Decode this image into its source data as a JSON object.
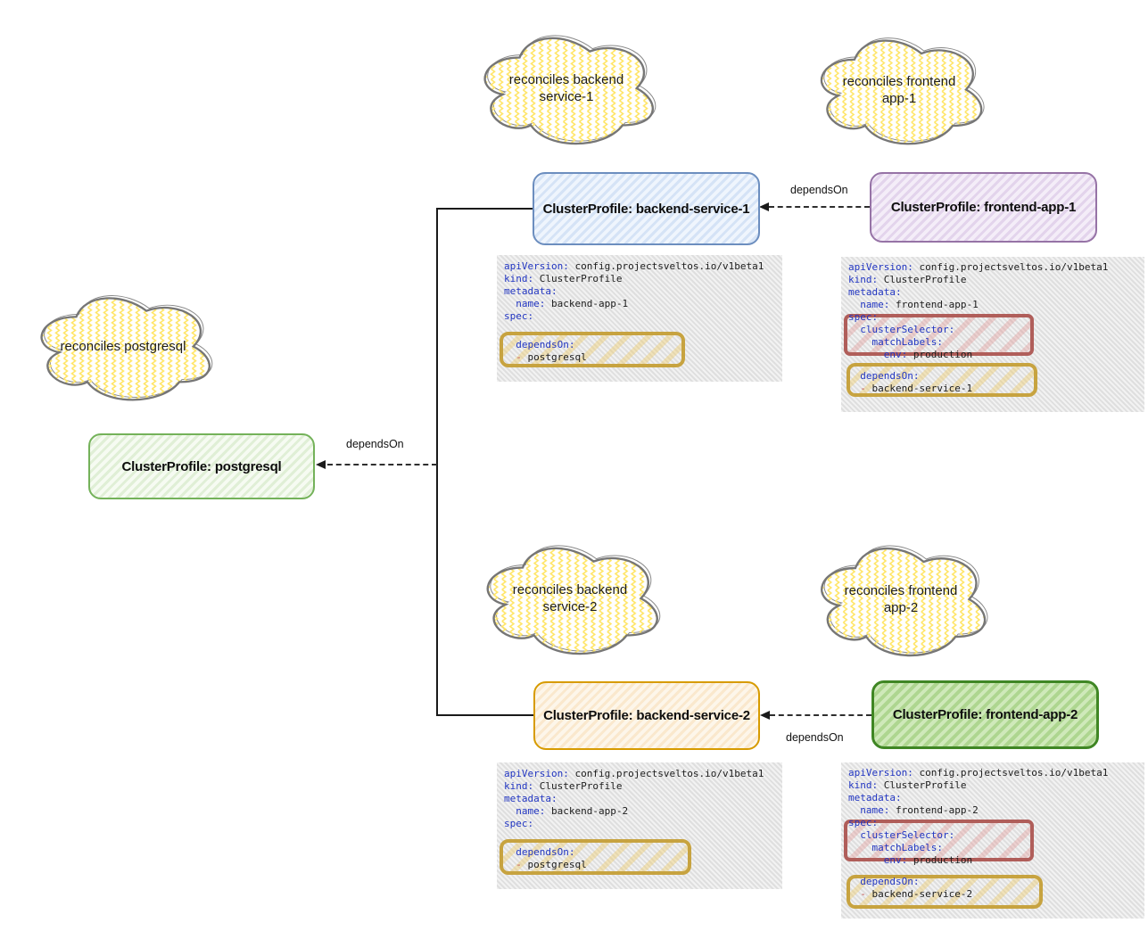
{
  "clouds": [
    {
      "id": "reconciles-backend-service-1",
      "lines": [
        "reconciles backend",
        "service-1"
      ]
    },
    {
      "id": "reconciles-frontend-app-1",
      "lines": [
        "reconciles frontend",
        "app-1"
      ]
    },
    {
      "id": "reconciles-postgresql",
      "lines": [
        "reconciles postgresql",
        ""
      ]
    },
    {
      "id": "reconciles-backend-service-2",
      "lines": [
        "reconciles backend",
        "service-2"
      ]
    },
    {
      "id": "reconciles-frontend-app-2",
      "lines": [
        "reconciles frontend",
        "app-2"
      ]
    }
  ],
  "profiles": [
    {
      "id": "backend-service-1",
      "label": "ClusterProfile: backend-service-1",
      "accent": "#6c8ebf"
    },
    {
      "id": "frontend-app-1",
      "label": "ClusterProfile: frontend-app-1",
      "accent": "#9673a6"
    },
    {
      "id": "postgresql",
      "label": "ClusterProfile: postgresql",
      "accent": "#74b25a"
    },
    {
      "id": "backend-service-2",
      "label": "ClusterProfile: backend-service-2",
      "accent": "#d79b00"
    },
    {
      "id": "frontend-app-2",
      "label": "ClusterProfile: frontend-app-2",
      "accent": "#3f8624"
    }
  ],
  "arrows": [
    {
      "label": "dependsOn",
      "from": "frontend-app-1",
      "to": "backend-service-1"
    },
    {
      "label": "dependsOn",
      "from": "backend-service-1,backend-service-2",
      "to": "postgresql"
    },
    {
      "label": "dependsOn",
      "from": "frontend-app-2",
      "to": "backend-service-2"
    }
  ],
  "yaml_blocks": [
    {
      "id": "backend-app-1-yaml",
      "lines": [
        {
          "key": "apiVersion:",
          "value": " config.projectsveltos.io/v1beta1"
        },
        {
          "key": "kind:",
          "value": " ClusterProfile"
        },
        {
          "key": "metadata:",
          "value": ""
        },
        {
          "pre": "  ",
          "key": "name:",
          "value": " backend-app-1"
        },
        {
          "key": "spec:",
          "value": ""
        },
        {
          "spacer": 18
        },
        {
          "pre": "  ",
          "key": "dependsOn:",
          "value": ""
        },
        {
          "pre": "  ",
          "dash": "- ",
          "value": "postgresql"
        }
      ]
    },
    {
      "id": "frontend-app-1-yaml",
      "lines": [
        {
          "key": "apiVersion:",
          "value": " config.projectsveltos.io/v1beta1"
        },
        {
          "key": "kind:",
          "value": " ClusterProfile"
        },
        {
          "key": "metadata:",
          "value": ""
        },
        {
          "pre": "  ",
          "key": "name:",
          "value": " frontend-app-1"
        },
        {
          "key": "spec:",
          "value": ""
        },
        {
          "pre": "  ",
          "key": "clusterSelector:",
          "value": ""
        },
        {
          "pre": "    ",
          "key": "matchLabels:",
          "value": ""
        },
        {
          "pre": "      ",
          "key": "env:",
          "value": " production"
        },
        {
          "spacer": 10
        },
        {
          "pre": "  ",
          "key": "dependsOn:",
          "value": ""
        },
        {
          "pre": "  ",
          "dash": "- ",
          "value": "backend-service-1"
        }
      ]
    },
    {
      "id": "backend-app-2-yaml",
      "lines": [
        {
          "key": "apiVersion:",
          "value": " config.projectsveltos.io/v1beta1"
        },
        {
          "key": "kind:",
          "value": " ClusterProfile"
        },
        {
          "key": "metadata:",
          "value": ""
        },
        {
          "pre": "  ",
          "key": "name:",
          "value": " backend-app-2"
        },
        {
          "key": "spec:",
          "value": ""
        },
        {
          "spacer": 18
        },
        {
          "pre": "  ",
          "key": "dependsOn:",
          "value": ""
        },
        {
          "pre": "  ",
          "dash": "- ",
          "value": "postgresql"
        }
      ]
    },
    {
      "id": "frontend-app-2-yaml",
      "lines": [
        {
          "key": "apiVersion:",
          "value": " config.projectsveltos.io/v1beta1"
        },
        {
          "key": "kind:",
          "value": " ClusterProfile"
        },
        {
          "key": "metadata:",
          "value": ""
        },
        {
          "pre": "  ",
          "key": "name:",
          "value": " frontend-app-2"
        },
        {
          "key": "spec:",
          "value": ""
        },
        {
          "pre": "  ",
          "key": "clusterSelector:",
          "value": ""
        },
        {
          "pre": "    ",
          "key": "matchLabels:",
          "value": ""
        },
        {
          "pre": "      ",
          "key": "env:",
          "value": " production"
        },
        {
          "spacer": 10
        },
        {
          "pre": "  ",
          "key": "dependsOn:",
          "value": ""
        },
        {
          "pre": "  ",
          "dash": "- ",
          "value": "backend-service-2"
        }
      ]
    }
  ],
  "colors": {
    "cloud_pattern": "#ffe566",
    "cloud_outline": "#767676",
    "yaml_key": "#2236c2",
    "yaml_value": "#1c1c1c",
    "yaml_dash": "#c0504d",
    "highlight_gold": "#c7a340",
    "highlight_red": "#b05e5a",
    "panel_bg": "#e9e9e9",
    "arrow": "#1a1a1a"
  }
}
